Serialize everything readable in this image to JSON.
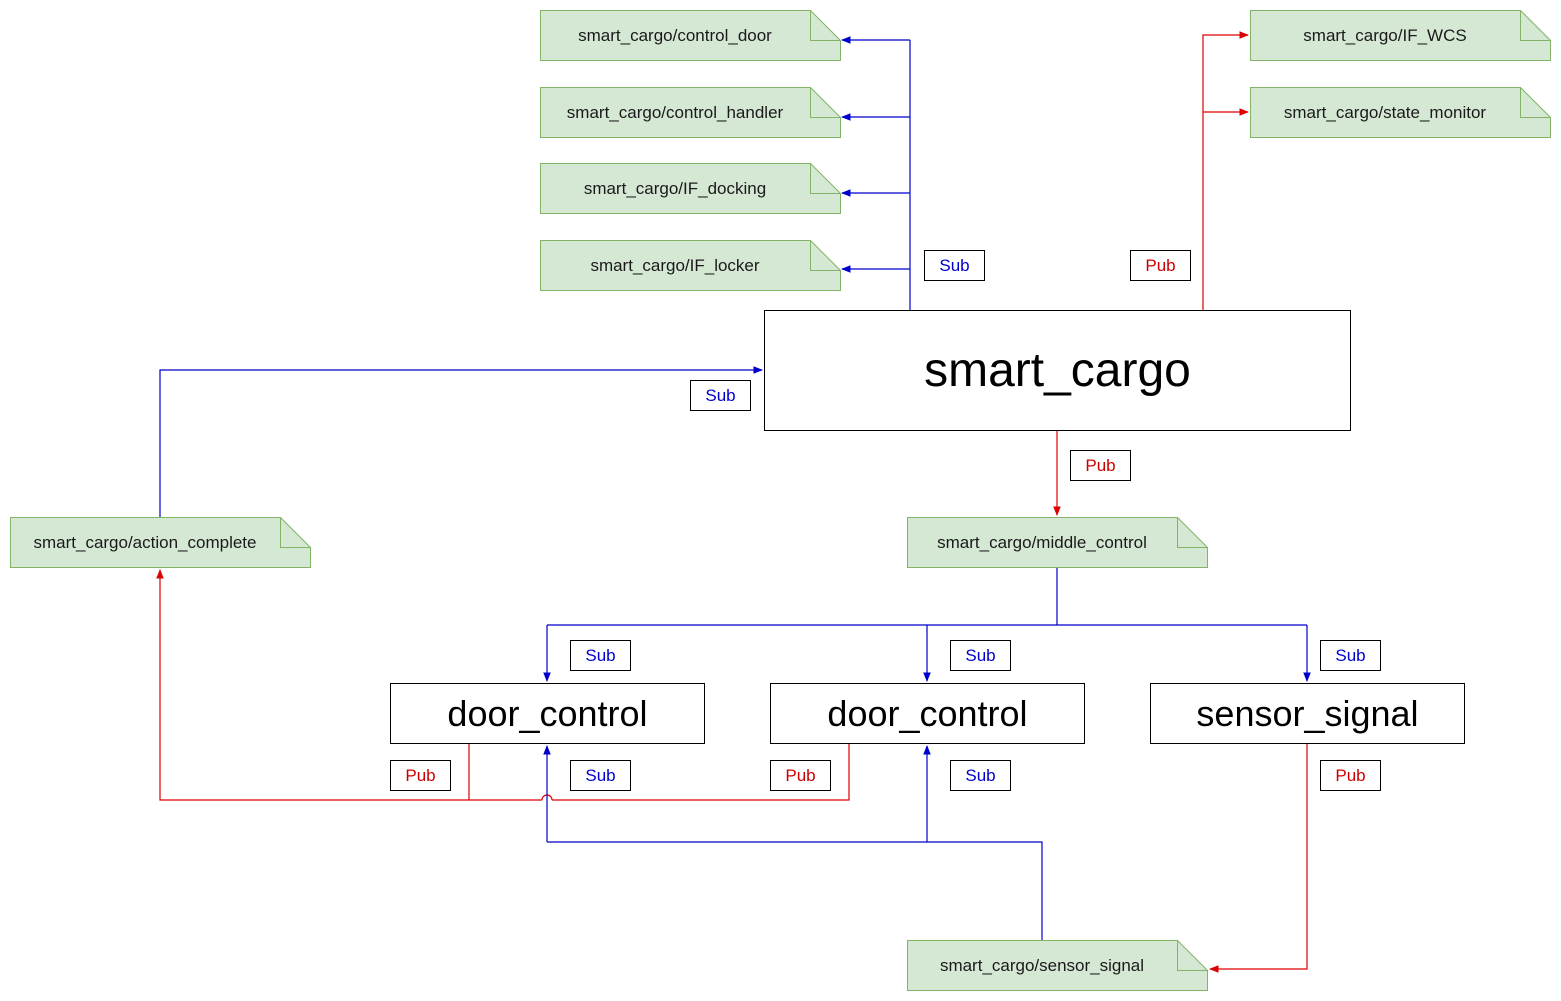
{
  "colors": {
    "sub": "#0000cc",
    "pub": "#dd0000",
    "topic_fill": "#d5e8d4",
    "topic_stroke": "#82b366"
  },
  "nodes": {
    "smart_cargo": "smart_cargo",
    "door_control_left": "door_control",
    "door_control_right": "door_control",
    "sensor_signal": "sensor_signal"
  },
  "topics": {
    "control_door": "smart_cargo/control_door",
    "control_handler": "smart_cargo/control_handler",
    "if_docking": "smart_cargo/IF_docking",
    "if_locker": "smart_cargo/IF_locker",
    "if_wcs": "smart_cargo/IF_WCS",
    "state_monitor": "smart_cargo/state_monitor",
    "action_complete": "smart_cargo/action_complete",
    "middle_control": "smart_cargo/middle_control",
    "sensor_signal": "smart_cargo/sensor_signal"
  },
  "tags": {
    "cargo_sub_top": "Sub",
    "cargo_pub_top": "Pub",
    "cargo_sub_left": "Sub",
    "cargo_pub_bottom": "Pub",
    "door_left_sub_top": "Sub",
    "door_right_sub_top": "Sub",
    "sensor_sub_top": "Sub",
    "door_left_pub": "Pub",
    "door_left_sub_bottom": "Sub",
    "door_right_pub": "Pub",
    "door_right_sub_bottom": "Sub",
    "sensor_pub": "Pub"
  }
}
